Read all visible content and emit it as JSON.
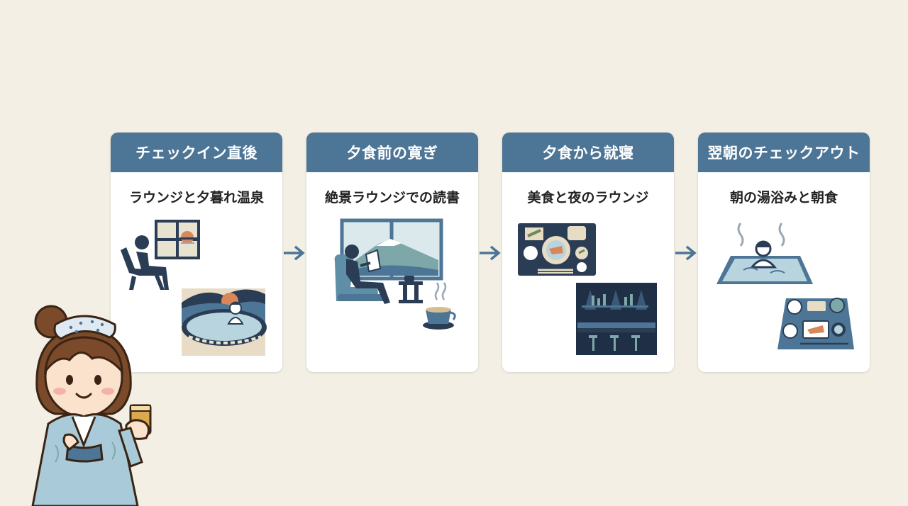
{
  "steps": [
    {
      "title": "チェックイン直後",
      "subtitle": "ラウンジと夕暮れ温泉"
    },
    {
      "title": "夕食前の寛ぎ",
      "subtitle": "絶景ラウンジでの読書"
    },
    {
      "title": "夕食から就寝",
      "subtitle": "美食と夜のラウンジ"
    },
    {
      "title": "翌朝のチェックアウト",
      "subtitle": "朝の湯浴みと朝食"
    }
  ],
  "icons": {
    "step1": [
      "lounge-chair-person-icon",
      "window-sunset-icon",
      "outdoor-onsen-bather-icon"
    ],
    "step2": [
      "mountain-view-window-icon",
      "reading-person-armchair-icon",
      "coffee-cup-icon"
    ],
    "step3": [
      "kaiseki-dinner-tray-icon",
      "night-bar-lounge-icon"
    ],
    "step4": [
      "morning-bath-icon",
      "breakfast-tray-icon"
    ],
    "connector": "arrow-right-icon",
    "character": "yukata-woman-with-drink-icon"
  },
  "colors": {
    "background": "#f3efe4",
    "header": "#4d7596",
    "navy": "#2a3d55",
    "steel": "#4d7596",
    "pale_water": "#b8d4de",
    "card": "#ffffff"
  }
}
